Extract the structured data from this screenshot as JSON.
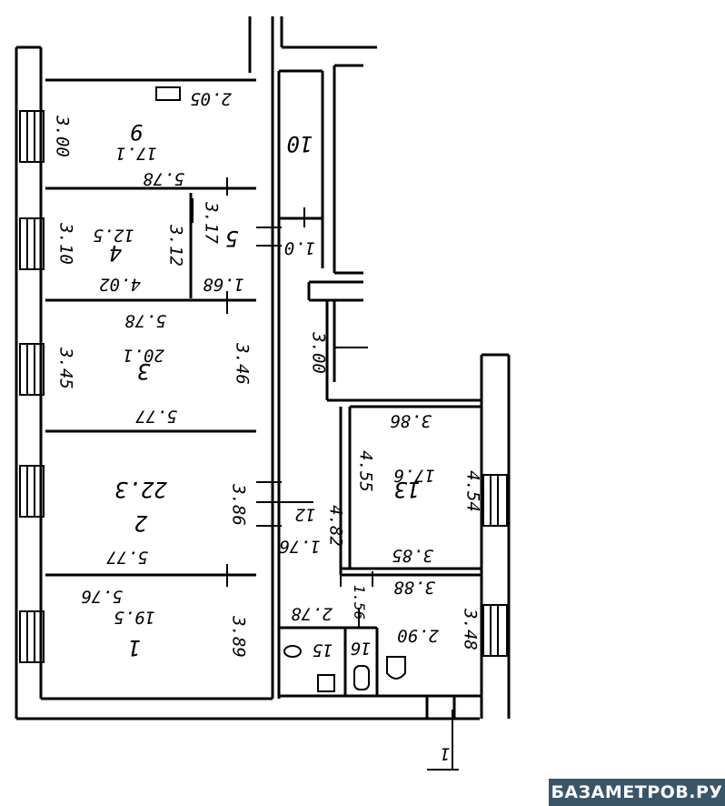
{
  "rooms": {
    "r9": {
      "number": "9",
      "area": "17.1",
      "width": "3.00",
      "length_top": "2.05",
      "length_bottom": "5.78"
    },
    "r4": {
      "number": "4",
      "area": "12.5",
      "width": "3.10",
      "depth": "3.12",
      "length": "4.02"
    },
    "r5": {
      "number": "5",
      "width": "3.17",
      "length": "1.68"
    },
    "r3": {
      "number": "3",
      "area": "20.1",
      "width_left": "3.45",
      "width_right": "3.46",
      "length_top": "5.78",
      "length_bottom": "5.77"
    },
    "r2": {
      "number": "2",
      "area": "22.3",
      "width": "3.86",
      "length": "5.77"
    },
    "r1": {
      "number": "1",
      "area": "19.5",
      "width": "3.89",
      "length": "5.76"
    },
    "r10": {
      "number": "10"
    },
    "r13": {
      "number": "13",
      "area": "17.6",
      "top": "3.86",
      "left": "4.55",
      "right": "4.54",
      "bottom": "3.85"
    },
    "r15": {
      "number": "15"
    },
    "r16": {
      "number": "16"
    }
  },
  "misc": {
    "d_10": "1.0",
    "d_300": "3.00",
    "d_12": "12",
    "d_482": "4.82",
    "d_176": "1.76",
    "d_388": "3.88",
    "d_348": "3.48",
    "d_290": "2.90",
    "d_278": "2.78",
    "d_156": "1.56",
    "section_mark": "1"
  },
  "watermark": "БАЗАМЕТРОВ.РУ"
}
